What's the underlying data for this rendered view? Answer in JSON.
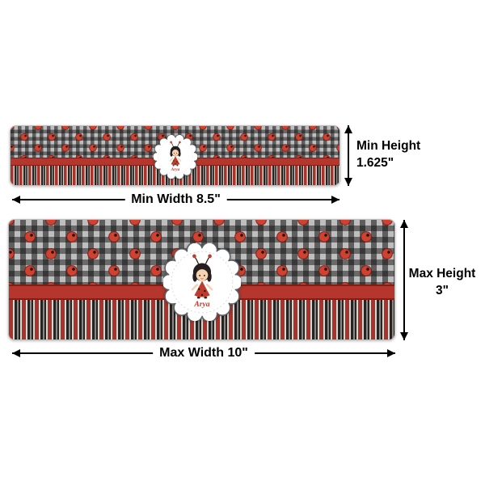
{
  "product_preview": {
    "badge_name": "Arya",
    "design_elements": [
      "ladybug-polka-dots",
      "gingham-check",
      "red-ribbon-band",
      "vertical-stripes",
      "scalloped-name-badge"
    ],
    "colors": {
      "accent_red": "#b5362c",
      "pattern_dark": "#262322",
      "pattern_light": "#d8d4ce",
      "badge_text_red": "#c13b2d"
    }
  },
  "dimension_labels": {
    "min_width": "Min Width 8.5\"",
    "min_height": [
      "Min Height",
      "1.625\""
    ],
    "max_width": "Max Width 10\"",
    "max_height": [
      "Max Height",
      "3\""
    ]
  },
  "icons": {
    "width_arrow": "double-headed-horizontal-arrow",
    "height_arrow": "double-headed-vertical-arrow"
  }
}
